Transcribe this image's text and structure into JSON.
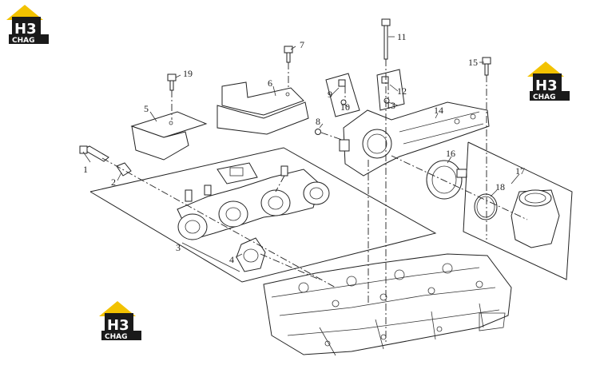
{
  "logo": {
    "line1": "H3",
    "line2": "CHAG",
    "colors": {
      "roof": "#f2c200",
      "plate": "#1a1a1a",
      "text": "#ffffff"
    }
  },
  "callouts": {
    "c1": "1",
    "c2": "2",
    "c3": "3",
    "c4": "4",
    "c5": "5",
    "c6": "6",
    "c7": "7",
    "c8": "8",
    "c9": "9",
    "c10": "10",
    "c11": "11",
    "c12": "12",
    "c13": "13",
    "c14": "14",
    "c15": "15",
    "c16": "16",
    "c17": "17",
    "c18": "18",
    "c19": "19"
  }
}
